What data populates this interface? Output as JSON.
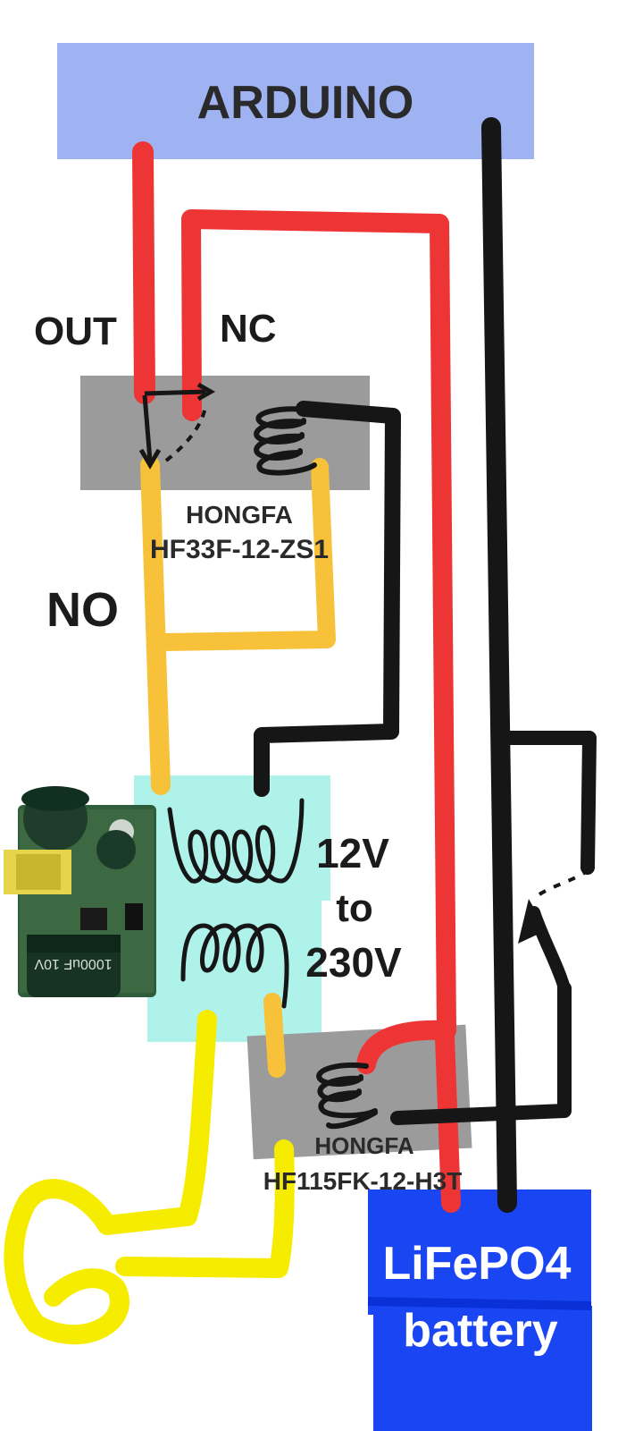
{
  "arduino": {
    "label": "ARDUINO",
    "color": "#9fb3f3"
  },
  "relay1": {
    "brand": "HONGFA",
    "model": "HF33F-12-ZS1",
    "out_label": "OUT",
    "nc_label": "NC",
    "no_label": "NO",
    "body_color": "#9b9b9b"
  },
  "transformer": {
    "label_line1": "12V",
    "label_line2": "to",
    "label_line3": "230V",
    "color": "#aef2ea"
  },
  "relay2": {
    "brand": "HONGFA",
    "model": "HF115FK-12-H3T",
    "body_color": "#9b9b9b"
  },
  "battery": {
    "label_line1": "LiFePO4",
    "label_line2": "battery",
    "color": "#1a45f2"
  },
  "wire_colors": {
    "red": "#ee3535",
    "black": "#161616",
    "orange": "#f7c23a",
    "yellow": "#f5ec00"
  },
  "power_module_icon": "power-supply-board-icon"
}
